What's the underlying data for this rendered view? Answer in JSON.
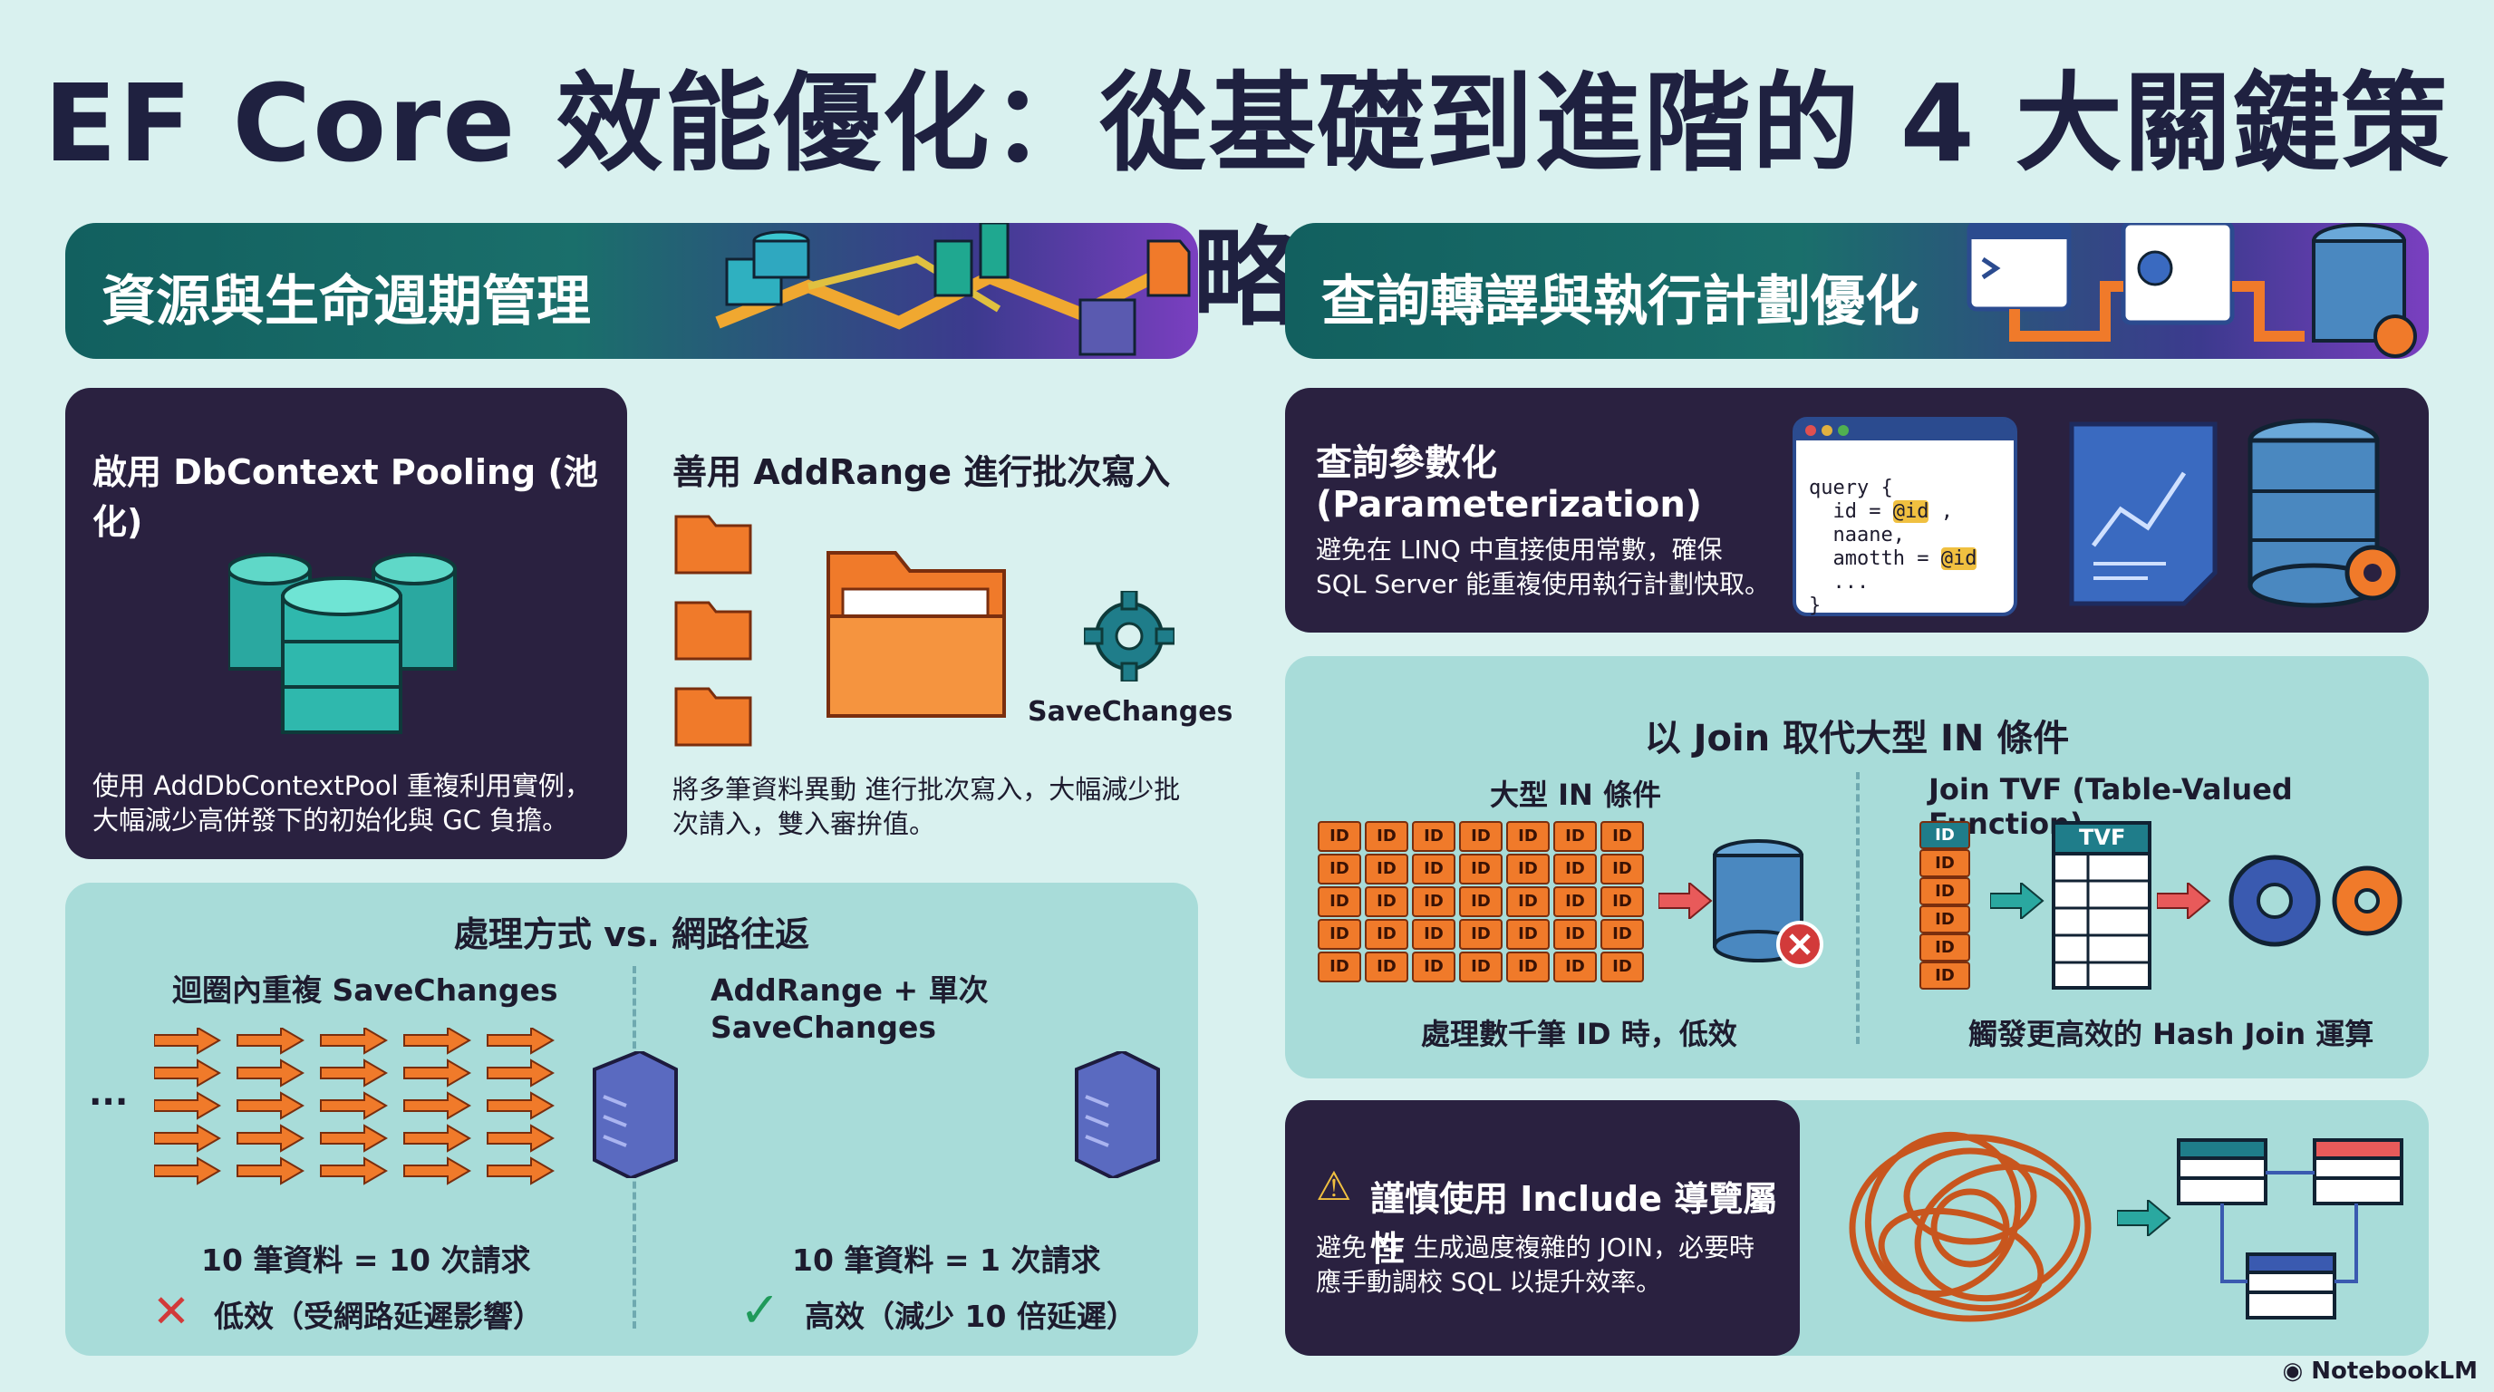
{
  "title": "EF Core 效能優化：從基礎到進階的 4 大關鍵策略",
  "left_banner": "資源與生命週期管理",
  "right_banner": "查詢轉譯與執行計劃優化",
  "pooling": {
    "title": "啟用 DbContext Pooling (池化)",
    "desc1": "使用 AddDbContextPool 重複利用實例，",
    "desc2": "大幅減少高併發下的初始化與 GC 負擔。"
  },
  "addrange": {
    "title": "善用 AddRange 進行批次寫入",
    "icon_label": "SaveChanges",
    "desc1": "將多筆資料異動 進行批次寫入，大幅減少批",
    "desc2": "次請入，雙入審拚值。"
  },
  "network": {
    "title": "處理方式 vs. 網路往返",
    "left_head": "迴圈內重複 SaveChanges",
    "right_head": "AddRange + 單次 SaveChanges",
    "dots": "...",
    "left_count": "10 筆資料 = 10 次請求",
    "right_count": "10 筆資料 = 1 次請求",
    "left_verdict": "低效（受網路延遲影響）",
    "right_verdict": "高效（減少 10 倍延遲）"
  },
  "param": {
    "title1": "查詢參數化",
    "title2": "(Parameterization)",
    "desc1": "避免在 LINQ 中直接使用常數，確保",
    "desc2": "SQL Server 能重複使用執行計劃快取。",
    "code": {
      "l1": "query {",
      "l2_a": "  id = ",
      "l2_b": "@id",
      "l2_c": " ,",
      "l3": "  naane,",
      "l4_a": "  amotth = ",
      "l4_b": "@id",
      "l5": "  ...",
      "l6": "}"
    }
  },
  "join": {
    "title": "以 Join 取代大型 IN 條件",
    "left_head": "大型 IN 條件",
    "right_head": "Join TVF (Table-Valued Function)",
    "id_label": "ID",
    "tvf_label": "TVF",
    "left_caption": "處理數千筆 ID 時，低效",
    "right_caption": "觸發更高效的 Hash Join 運算"
  },
  "include": {
    "title": "謹慎使用 Include 導覽屬性",
    "desc1": "避免 EF 生成過度複雜的 JOIN，必要時",
    "desc2": "應手動調校 SQL 以提升效率。"
  },
  "brand": "NotebookLM",
  "colors": {
    "background": "#d9f1ef",
    "dark_panel": "#2a2140",
    "teal_panel": "#a8dcd9",
    "accent_orange": "#f07a2a",
    "db_teal": "#2aa8a0",
    "success": "#1f9a5a",
    "fail": "#d23a3a"
  }
}
